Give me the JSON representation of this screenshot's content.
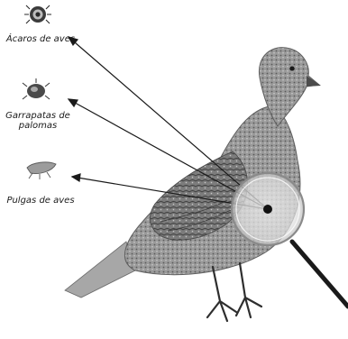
{
  "labels": {
    "acaros": "Ácaros de aves",
    "garrapatas_line1": "Garrapatas de",
    "garrapatas_line2": "palomas",
    "pulgas": "Pulgas de aves"
  },
  "colors": {
    "ink": "#1a1a1a",
    "body_shade": "#8a8a8a",
    "lens": "#cfcfcf"
  },
  "icons": [
    "mite-icon",
    "tick-icon",
    "flea-icon",
    "pigeon-illustration",
    "magnifying-glass-icon"
  ]
}
